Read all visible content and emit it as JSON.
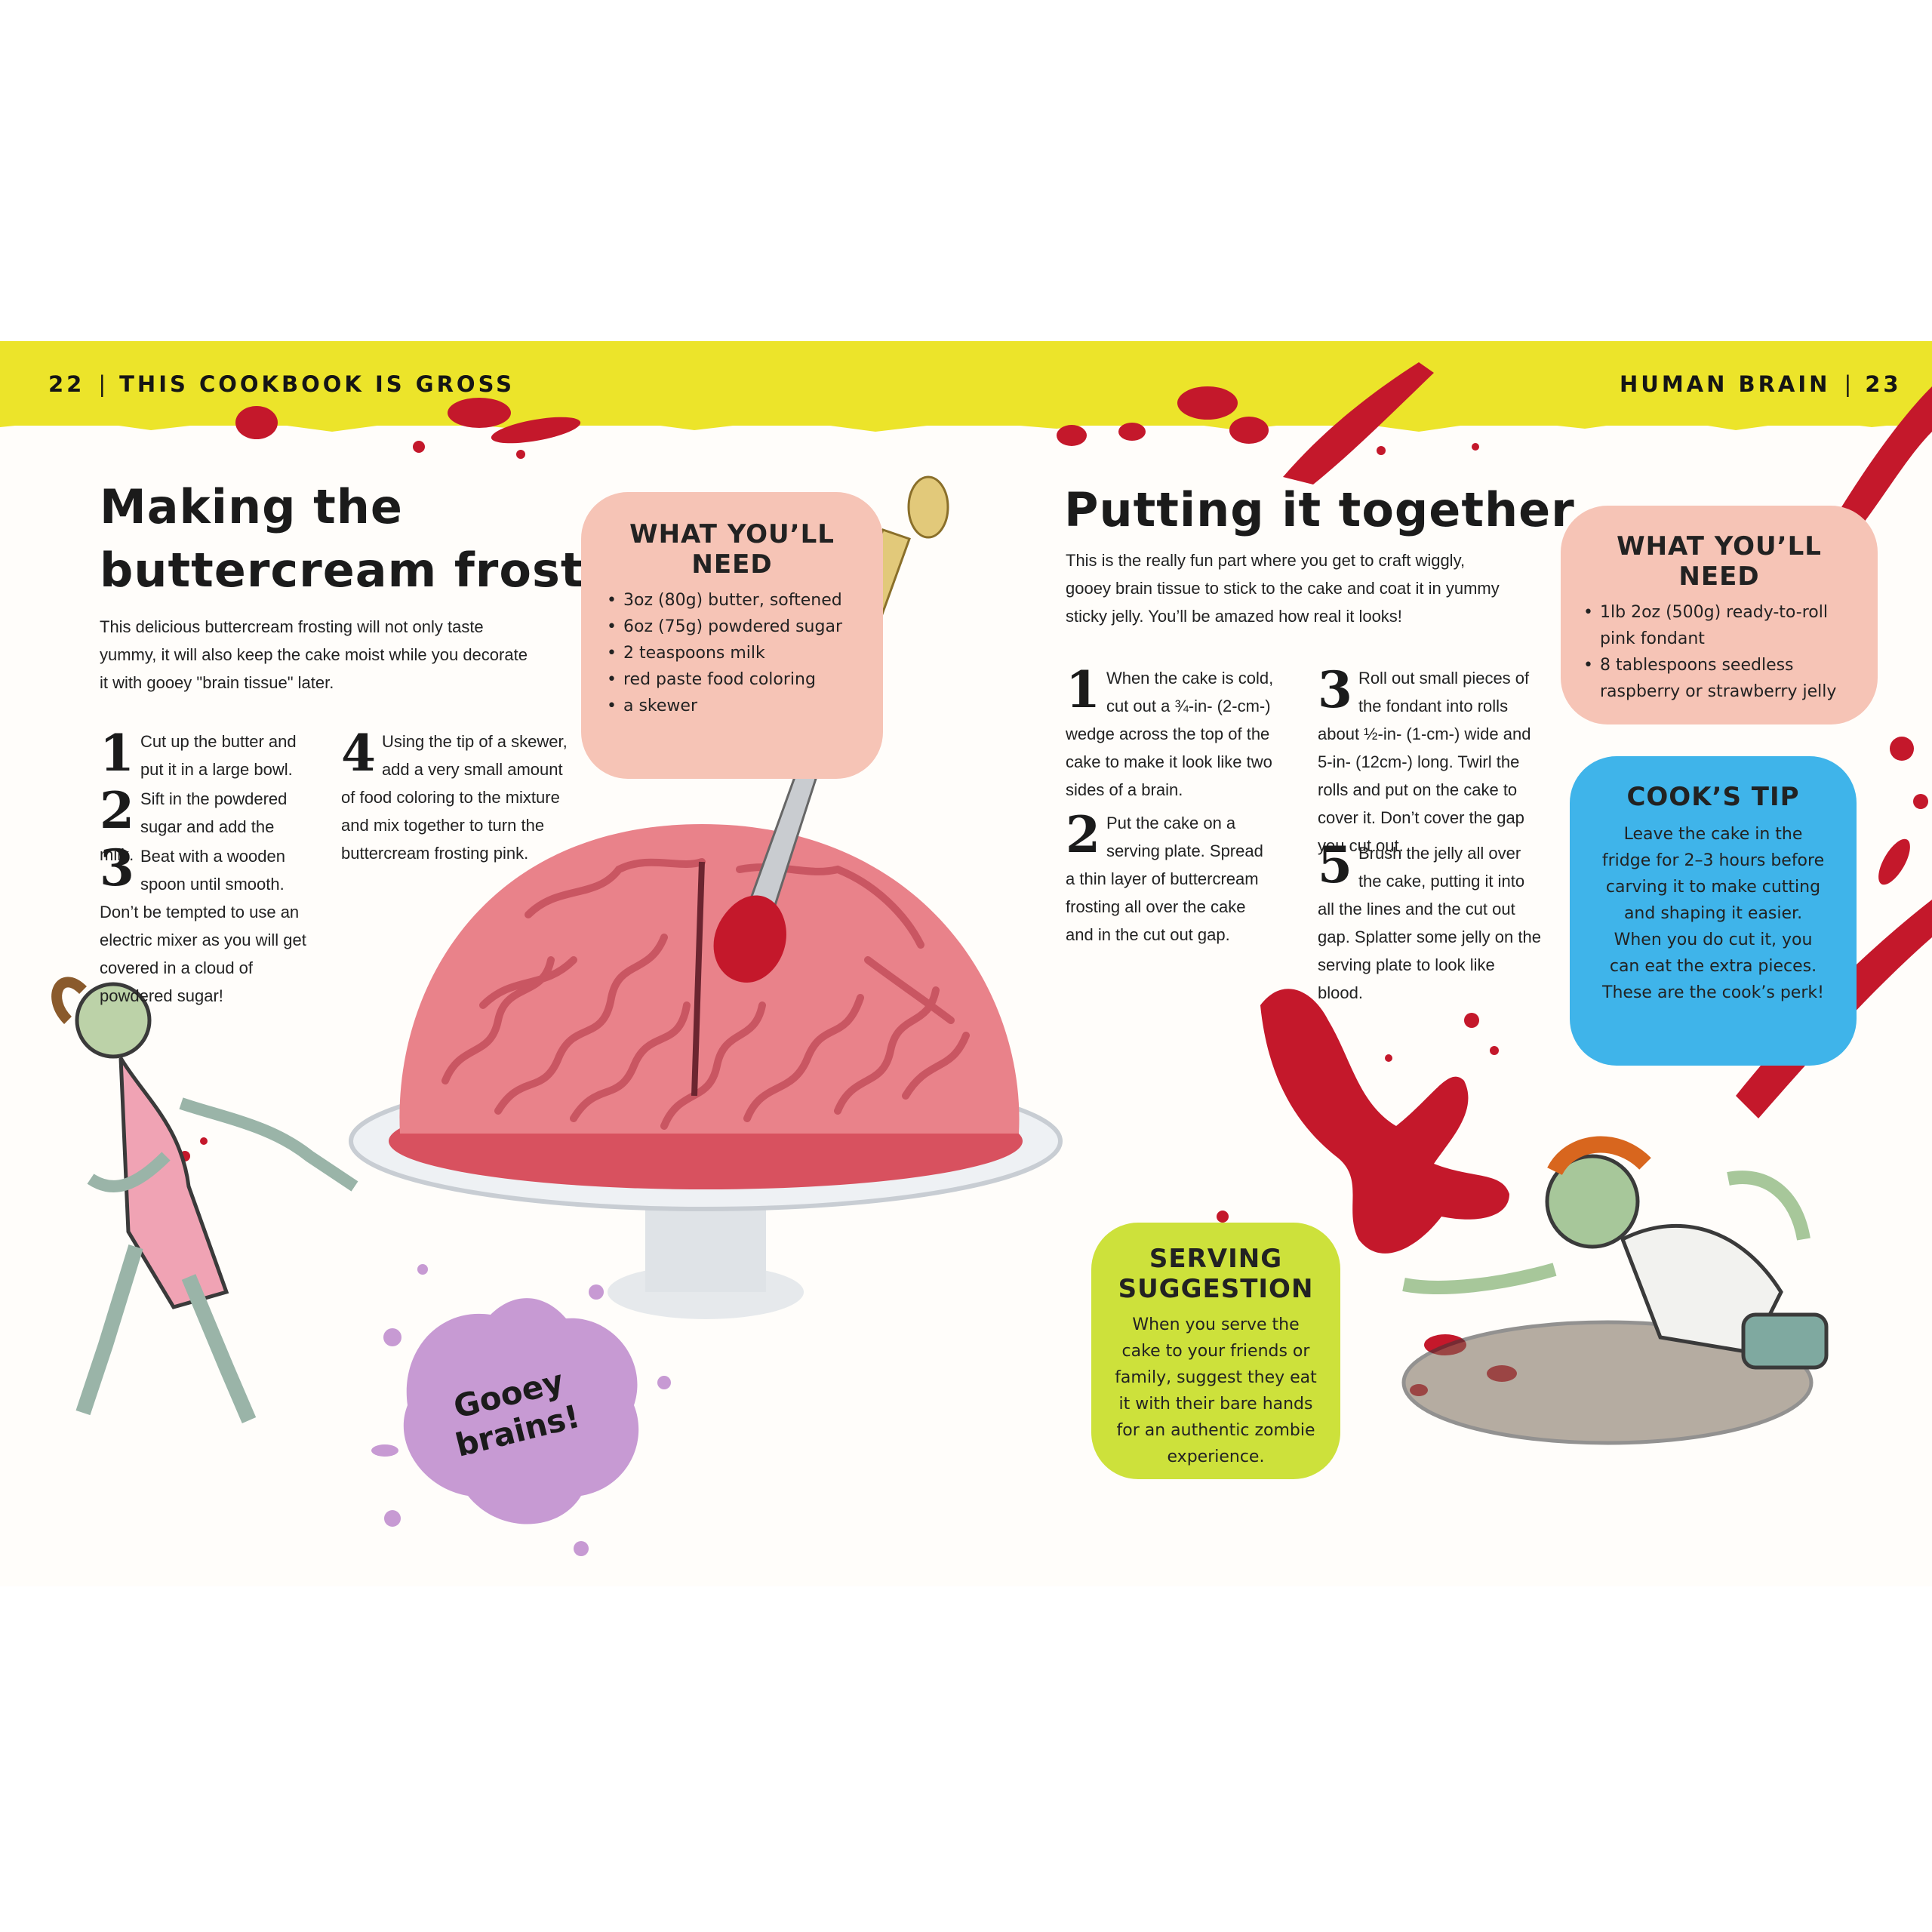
{
  "header": {
    "left_page_number": "22",
    "left_book_title": "THIS COOKBOOK IS GROSS",
    "right_recipe_title": "HUMAN BRAIN",
    "right_page_number": "23"
  },
  "colors": {
    "header_band": "#ece42a",
    "needs_box": "#f6c4b6",
    "serving_box": "#cde13b",
    "tip_box": "#3fb4ea",
    "splat": "#c79ad3",
    "blood": "#c4182b",
    "brain_pink": "#e9828a"
  },
  "left": {
    "heading_line1": "Making the",
    "heading_line2": "buttercream frosting",
    "intro": "This delicious buttercream frosting will not only taste yummy, it will also keep the cake moist while you decorate it with gooey \"brain tissue\" later.",
    "steps": [
      {
        "num": "1",
        "text": "Cut up the butter and put it in a large bowl."
      },
      {
        "num": "2",
        "text": "Sift in the powdered sugar and add the milk."
      },
      {
        "num": "3",
        "text": "Beat with a wooden spoon until smooth. Don’t be tempted to use an electric mixer as you will get covered in a cloud of powdered sugar!"
      },
      {
        "num": "4",
        "text": "Using the tip of a skewer, add a very small amount of food coloring to the mixture and mix together to turn the buttercream frosting pink."
      }
    ],
    "needs": {
      "title": "WHAT YOU’LL NEED",
      "items": [
        "3oz (80g) butter, softened",
        "6oz (75g) powdered sugar",
        "2 teaspoons milk",
        "red paste food coloring",
        "a skewer"
      ]
    },
    "splat_label_line1": "Gooey",
    "splat_label_line2": "brains!"
  },
  "right": {
    "heading": "Putting it together",
    "intro": "This is the really fun part where you get to craft wiggly, gooey brain tissue to stick to the cake and coat it in yummy sticky jelly. You’ll be amazed how real it looks!",
    "steps": [
      {
        "num": "1",
        "text": "When the cake is cold, cut out a ¾-in- (2-cm-) wedge across the top of the cake to make it look like two sides of a brain."
      },
      {
        "num": "2",
        "text": "Put the cake on a serving plate. Spread a thin layer of buttercream frosting all over the cake and in the cut out gap."
      },
      {
        "num": "3",
        "text": "Roll out small pieces of the fondant into rolls about ½-in- (1-cm-) wide and 5-in- (12cm-) long. Twirl the rolls and put on the cake to cover it. Don’t cover the gap you cut out."
      },
      {
        "num": "5",
        "text": "Brush the jelly all over the cake, putting it into all the lines and the cut out gap. Splatter some jelly on the serving plate to look like blood."
      }
    ],
    "needs": {
      "title": "WHAT YOU’LL NEED",
      "items": [
        "1lb 2oz (500g) ready-to-roll pink fondant",
        "8 tablespoons seedless raspberry or strawberry jelly"
      ]
    },
    "tip": {
      "title": "COOK’S TIP",
      "text": "Leave the cake in the fridge for 2–3 hours before carving it to make cutting and shaping it easier. When you do cut it, you can eat the extra pieces. These are the cook’s perk!"
    },
    "serving": {
      "title_line1": "SERVING",
      "title_line2": "SUGGESTION",
      "text": "When you serve the cake to your friends or family, suggest they eat it with their bare hands for an authentic zombie experience."
    }
  }
}
